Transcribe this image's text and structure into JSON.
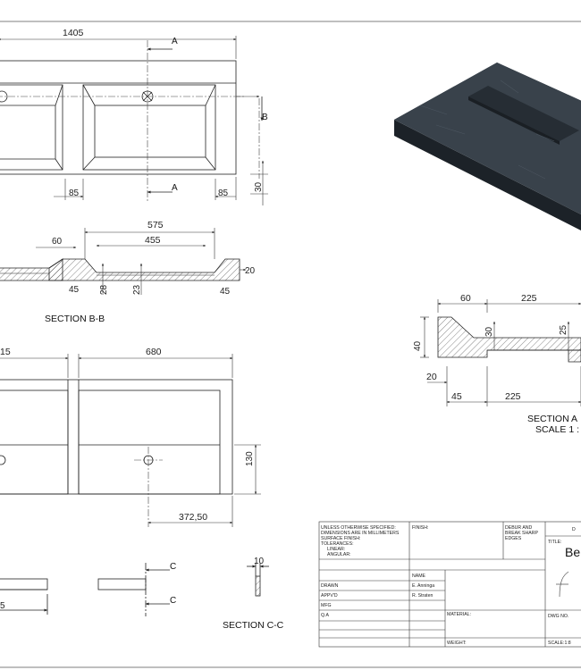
{
  "top_view": {
    "overall_width": "1405",
    "edge_offset_left": "85",
    "edge_offset_right": "85",
    "depth_small": "30",
    "section_a": "A",
    "section_b": "B"
  },
  "section_bb": {
    "width_575": "575",
    "width_455": "455",
    "width_60": "60",
    "height_20": "20",
    "angle_left": "45",
    "angle_right": "45",
    "depth_28": "28",
    "depth_23": "23",
    "title": "SECTION B-B"
  },
  "bottom_view": {
    "offset_15": "15",
    "width_680": "680",
    "height_130": "130",
    "dist_372": "372,50"
  },
  "section_cc": {
    "c_top": "C",
    "c_bottom": "C",
    "thickness_10": "10",
    "left_dim": "5",
    "title": "SECTION C-C"
  },
  "section_aa": {
    "dim_60": "60",
    "dim_225_top": "225",
    "dim_40": "40",
    "dim_30": "30",
    "dim_25": "25",
    "dim_20": "20",
    "dim_45": "45",
    "dim_225_bottom": "225",
    "title_line1": "SECTION A",
    "title_line2": "SCALE 1 :"
  },
  "title_block": {
    "unless_lines": [
      "UNLESS OTHERWISE SPECIFIED:",
      "DIMENSIONS ARE IN MILLIMETERS",
      "SURFACE FINISH:",
      "TOLERANCES:",
      "LINEAR:",
      "ANGULAR:"
    ],
    "finish": "FINISH:",
    "deburr_lines": [
      "DEBUR AND",
      "BREAK SHARP",
      "EDGES"
    ],
    "do_not_scale": "D",
    "title_label": "TITLE:",
    "title_value": "Be",
    "rows": [
      {
        "label": "",
        "name": "NAME"
      },
      {
        "label": "DRAWN",
        "name": "E. Anninga"
      },
      {
        "label": "APPV'D",
        "name": "R. Straten"
      },
      {
        "label": "MFG",
        "name": ""
      },
      {
        "label": "Q.A",
        "name": ""
      }
    ],
    "material": "MATERIAL:",
    "dwg_no": "DWG NO.",
    "weight": "WEIGHT:",
    "scale": "SCALE:1:8"
  }
}
